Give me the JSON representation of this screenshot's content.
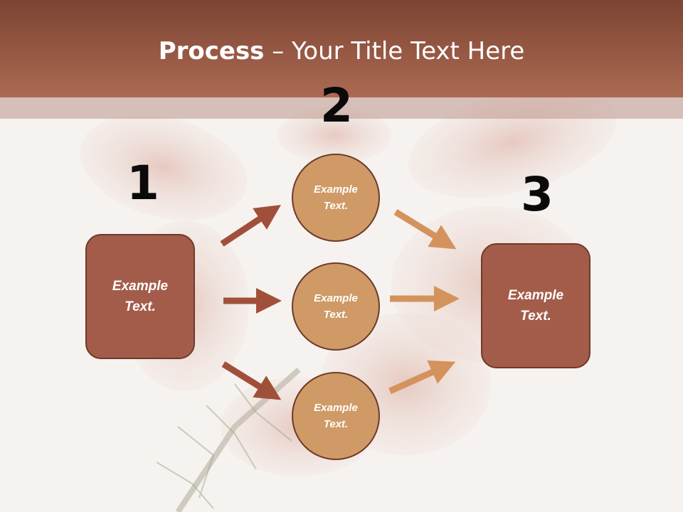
{
  "title": {
    "bold": "Process",
    "rest": " – Your Title Text Here"
  },
  "numbers": [
    "1",
    "2",
    "3"
  ],
  "left_box": {
    "text_line1": "Example",
    "text_line2": "Text."
  },
  "circles": [
    {
      "text_line1": "Example",
      "text_line2": "Text."
    },
    {
      "text_line1": "Example",
      "text_line2": "Text."
    },
    {
      "text_line1": "Example",
      "text_line2": "Text."
    }
  ],
  "right_box": {
    "text_line1": "Example",
    "text_line2": "Text."
  },
  "colors": {
    "header": "#9a5a45",
    "box": "#a45c4a",
    "circle": "#cf9a66",
    "arrow_left": "#a0503a",
    "arrow_right": "#d4935c"
  }
}
